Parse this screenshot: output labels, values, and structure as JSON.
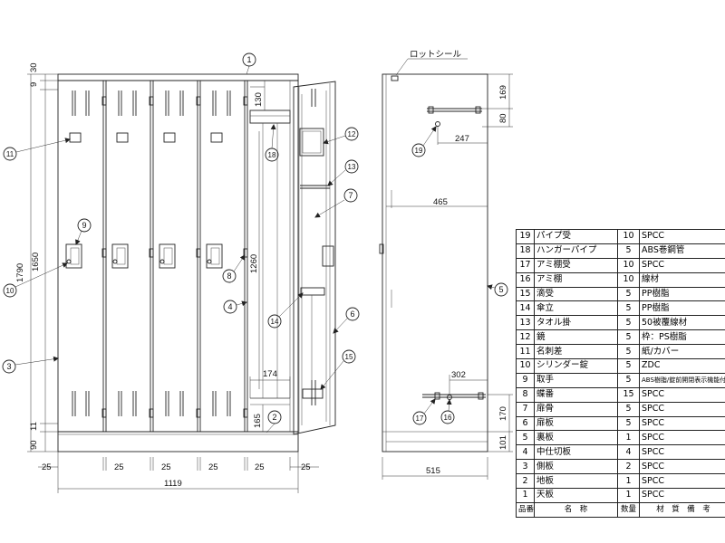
{
  "labels": {
    "lot_seal": "ロットシール"
  },
  "front_dims": {
    "top_30": "30",
    "top_9": "9",
    "height_1790": "1790",
    "height_1650": "1650",
    "bottom_11": "11",
    "bottom_90": "90",
    "dim_130": "130",
    "dim_1260": "1260",
    "dim_174": "174",
    "dim_165": "165",
    "w25_a": "25",
    "w25_b": "25",
    "w25_c": "25",
    "w25_d": "25",
    "w25_e": "25",
    "w25_f": "25",
    "width_1119": "1119"
  },
  "side_dims": {
    "d169": "169",
    "d80": "80",
    "d247": "247",
    "d465": "465",
    "d302": "302",
    "d170": "170",
    "d101": "101",
    "d515": "515"
  },
  "callouts": {
    "c1": "1",
    "c2": "2",
    "c3": "3",
    "c4": "4",
    "c5": "5",
    "c6": "6",
    "c7": "7",
    "c8": "8",
    "c9": "9",
    "c10": "10",
    "c11": "11",
    "c12": "12",
    "c13": "13",
    "c14": "14",
    "c15": "15",
    "c16": "16",
    "c17": "17",
    "c18": "18",
    "c19": "19"
  },
  "parts_table": {
    "header": {
      "no": "品番",
      "name": "名　称",
      "qty": "数量",
      "material": "材　質　備　考"
    },
    "rows": [
      {
        "no": "19",
        "name": "パイプ受",
        "qty": "10",
        "material": "SPCC"
      },
      {
        "no": "18",
        "name": "ハンガーパイプ",
        "qty": "5",
        "material": "ABS巻鋼管"
      },
      {
        "no": "17",
        "name": "アミ棚受",
        "qty": "10",
        "material": "SPCC"
      },
      {
        "no": "16",
        "name": "アミ棚",
        "qty": "10",
        "material": "線材"
      },
      {
        "no": "15",
        "name": "滴受",
        "qty": "5",
        "material": "PP樹脂"
      },
      {
        "no": "14",
        "name": "傘立",
        "qty": "5",
        "material": "PP樹脂"
      },
      {
        "no": "13",
        "name": "タオル掛",
        "qty": "5",
        "material": "50被覆線材"
      },
      {
        "no": "12",
        "name": "鏡",
        "qty": "5",
        "material": "枠：PS樹脂"
      },
      {
        "no": "11",
        "name": "名刺差",
        "qty": "5",
        "material": "紙/カバー"
      },
      {
        "no": "10",
        "name": "シリンダー錠",
        "qty": "5",
        "material": "ZDC"
      },
      {
        "no": "9",
        "name": "取手",
        "qty": "5",
        "material": "ABS樹脂/錠前開閉表示機能付"
      },
      {
        "no": "8",
        "name": "蝶番",
        "qty": "15",
        "material": "SPCC"
      },
      {
        "no": "7",
        "name": "扉骨",
        "qty": "5",
        "material": "SPCC"
      },
      {
        "no": "6",
        "name": "扉板",
        "qty": "5",
        "material": "SPCC"
      },
      {
        "no": "5",
        "name": "裏板",
        "qty": "1",
        "material": "SPCC"
      },
      {
        "no": "4",
        "name": "中仕切板",
        "qty": "4",
        "material": "SPCC"
      },
      {
        "no": "3",
        "name": "側板",
        "qty": "2",
        "material": "SPCC"
      },
      {
        "no": "2",
        "name": "地板",
        "qty": "1",
        "material": "SPCC"
      },
      {
        "no": "1",
        "name": "天板",
        "qty": "1",
        "material": "SPCC"
      }
    ]
  }
}
